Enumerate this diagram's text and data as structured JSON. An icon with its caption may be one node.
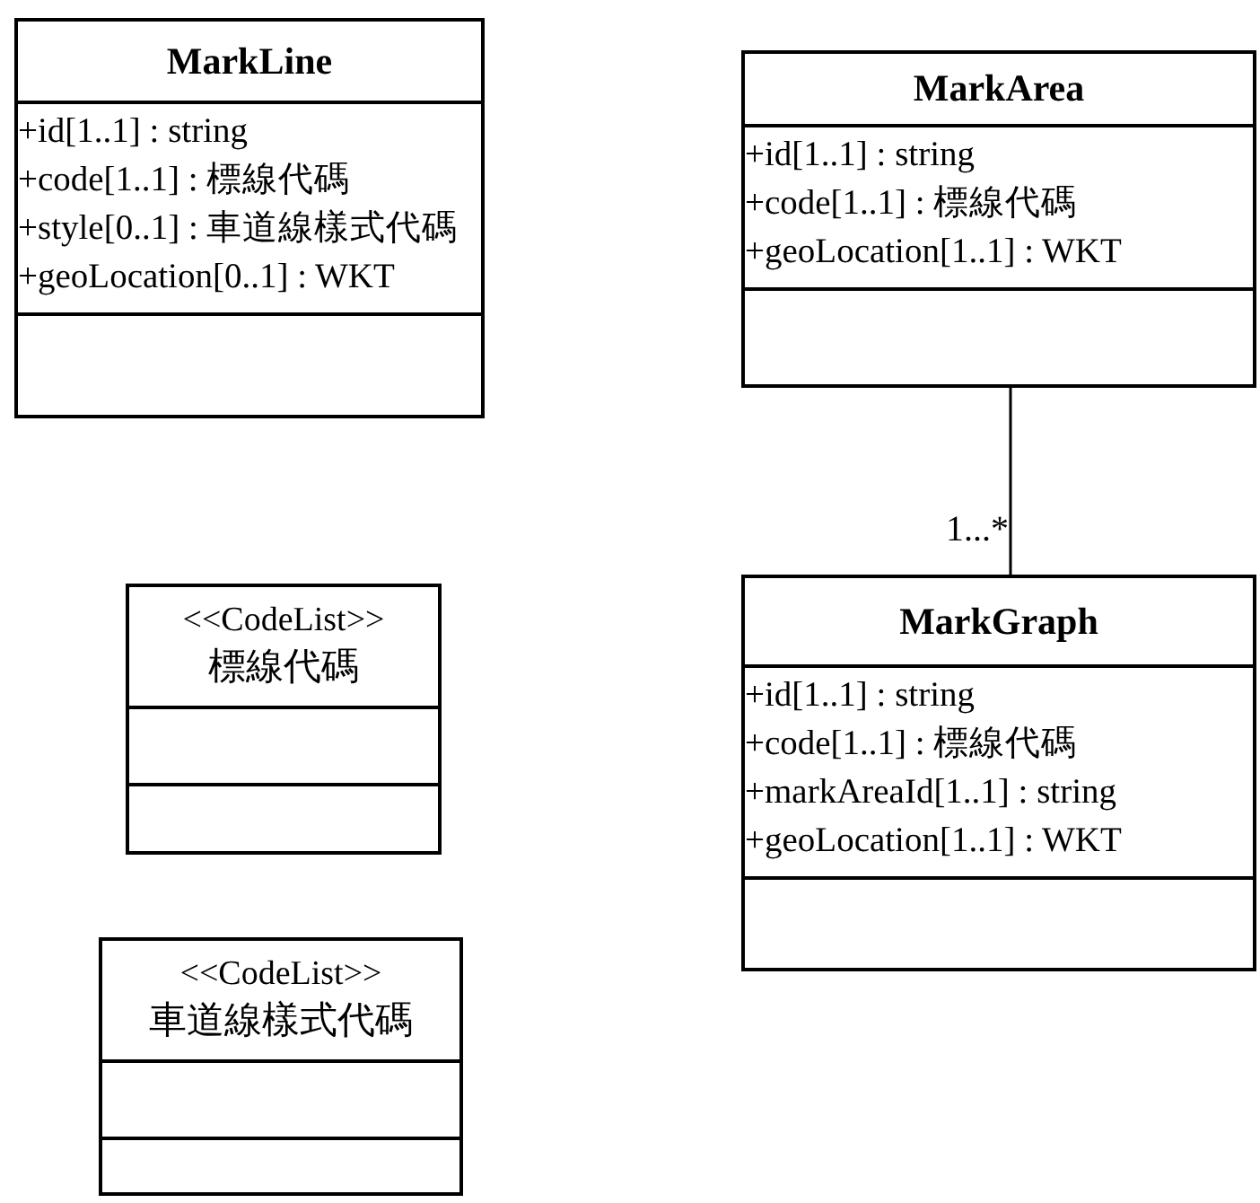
{
  "diagram": {
    "nodes": [
      {
        "text": [
          "MarkLine",
          "+id[1..1] : string",
          "+code[1..1] : 標線代碼",
          "+style[0..1] : 車道線樣式代碼",
          "+geoLocation[0..1] : WKT"
        ]
      },
      {
        "text": [
          "MarkArea",
          "+id[1..1] : string",
          "+code[1..1] : 標線代碼",
          "+geoLocation[1..1] : WKT"
        ]
      },
      {
        "text": [
          "MarkGraph",
          "+id[1..1] : string",
          "+code[1..1] : 標線代碼",
          "+markAreaId[1..1] : string",
          "+geoLocation[1..1] : WKT"
        ]
      },
      {
        "text": [
          "<<CodeList>>",
          "標線代碼"
        ]
      },
      {
        "text": [
          "<<CodeList>>",
          "車道線樣式代碼"
        ]
      }
    ],
    "edges": [
      {
        "from": 1,
        "to": 2,
        "arrow": "none",
        "label": "1...*"
      }
    ]
  }
}
